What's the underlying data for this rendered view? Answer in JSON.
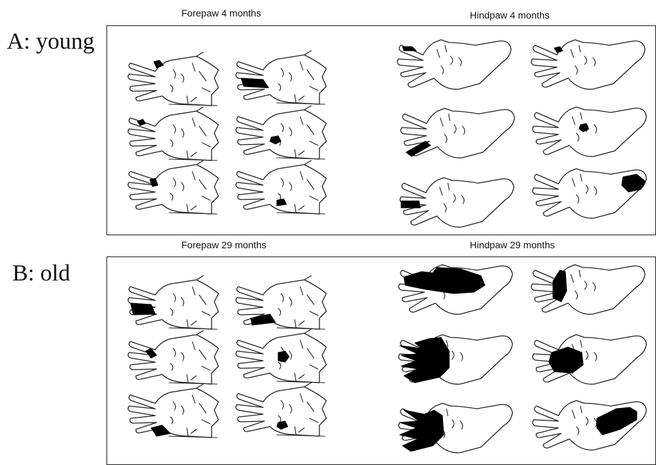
{
  "panels": [
    {
      "label": "A: young",
      "forepaw_title": "Forepaw 4 months",
      "hindpaw_title": "Hindpaw 4 months"
    },
    {
      "label": "B: old",
      "forepaw_title": "Forepaw 29 months",
      "hindpaw_title": "Hindpaw 29 months"
    }
  ],
  "colors": {
    "lesion": "#000000",
    "outline": "#222222",
    "background": "#ffffff"
  }
}
